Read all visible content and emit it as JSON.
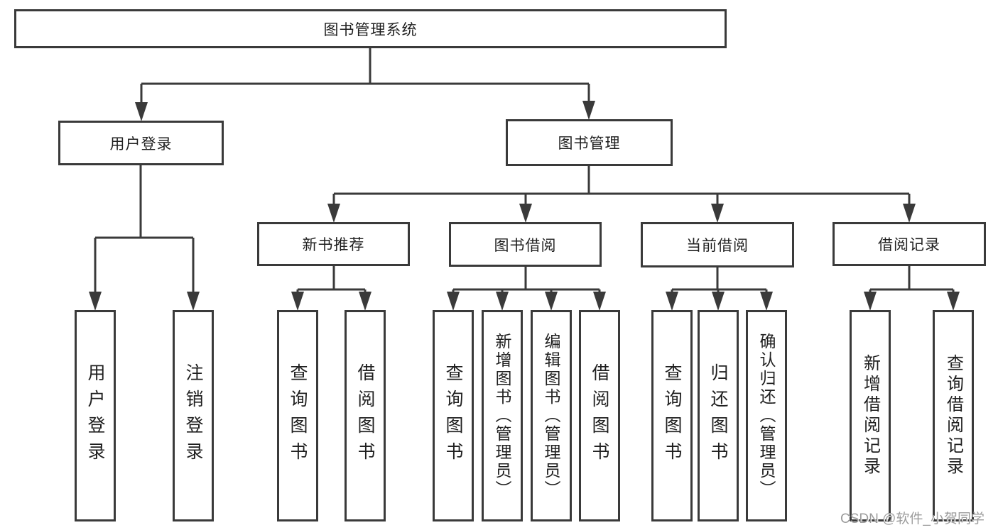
{
  "nodes": {
    "root": "图书管理系统",
    "user_login": "用户登录",
    "book_mgmt": "图书管理",
    "new_book_rec": "新书推荐",
    "book_borrow": "图书借阅",
    "current_borrow": "当前借阅",
    "borrow_record": "借阅记录",
    "leaf_user_login": "用户登录",
    "leaf_logout": "注销登录",
    "leaf_nb_query_book": "查询图书",
    "leaf_nb_borrow_book": "借阅图书",
    "leaf_bb_query_book": "查询图书",
    "leaf_bb_add_book": "新增图书（管理员）",
    "leaf_bb_edit_book": "编辑图书（管理员）",
    "leaf_bb_borrow_book": "借阅图书",
    "leaf_cb_query_book": "查询图书",
    "leaf_cb_return_book": "归还图书",
    "leaf_cb_confirm_return": "确认归还（管理员）",
    "leaf_br_add_record": "新增借阅记录",
    "leaf_br_query_record": "查询借阅记录"
  },
  "hierarchy": {
    "图书管理系统": {
      "用户登录": [
        "用户登录",
        "注销登录"
      ],
      "图书管理": {
        "新书推荐": [
          "查询图书",
          "借阅图书"
        ],
        "图书借阅": [
          "查询图书",
          "新增图书（管理员）",
          "编辑图书（管理员）",
          "借阅图书"
        ],
        "当前借阅": [
          "查询图书",
          "归还图书",
          "确认归还（管理员）"
        ],
        "借阅记录": [
          "新增借阅记录",
          "查询借阅记录"
        ]
      }
    }
  },
  "watermark": {
    "text": "CSDN @软件_小贺同学"
  },
  "colors": {
    "line": "#3a3a3a",
    "box_border": "#3a3a3a",
    "background": "#ffffff",
    "text": "#1f1f1f",
    "watermark": "#9c9c9c"
  }
}
